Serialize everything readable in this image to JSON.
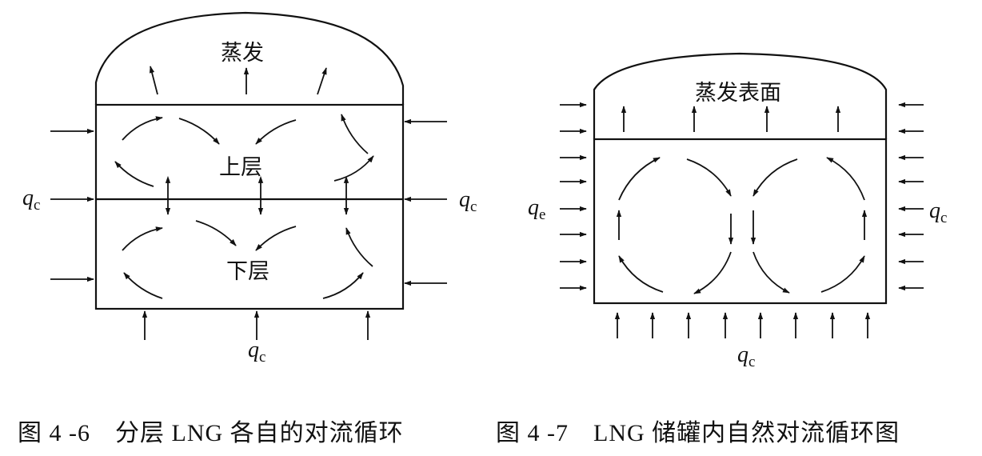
{
  "figure_4_6": {
    "evaporation_label": "蒸发",
    "upper_layer_label": "上层",
    "lower_layer_label": "下层",
    "heat_left": {
      "q": "q",
      "sub": "c"
    },
    "heat_right": {
      "q": "q",
      "sub": "c"
    },
    "heat_bottom": {
      "q": "q",
      "sub": "c"
    },
    "caption": "图 4 -6　分层 LNG 各自的对流循环"
  },
  "figure_4_7": {
    "evaporation_surface_label": "蒸发表面",
    "heat_left": {
      "q": "q",
      "sub": "e"
    },
    "heat_right": {
      "q": "q",
      "sub": "c"
    },
    "heat_bottom": {
      "q": "q",
      "sub": "c"
    },
    "caption": "图 4 -7　LNG 储罐内自然对流循环图"
  }
}
